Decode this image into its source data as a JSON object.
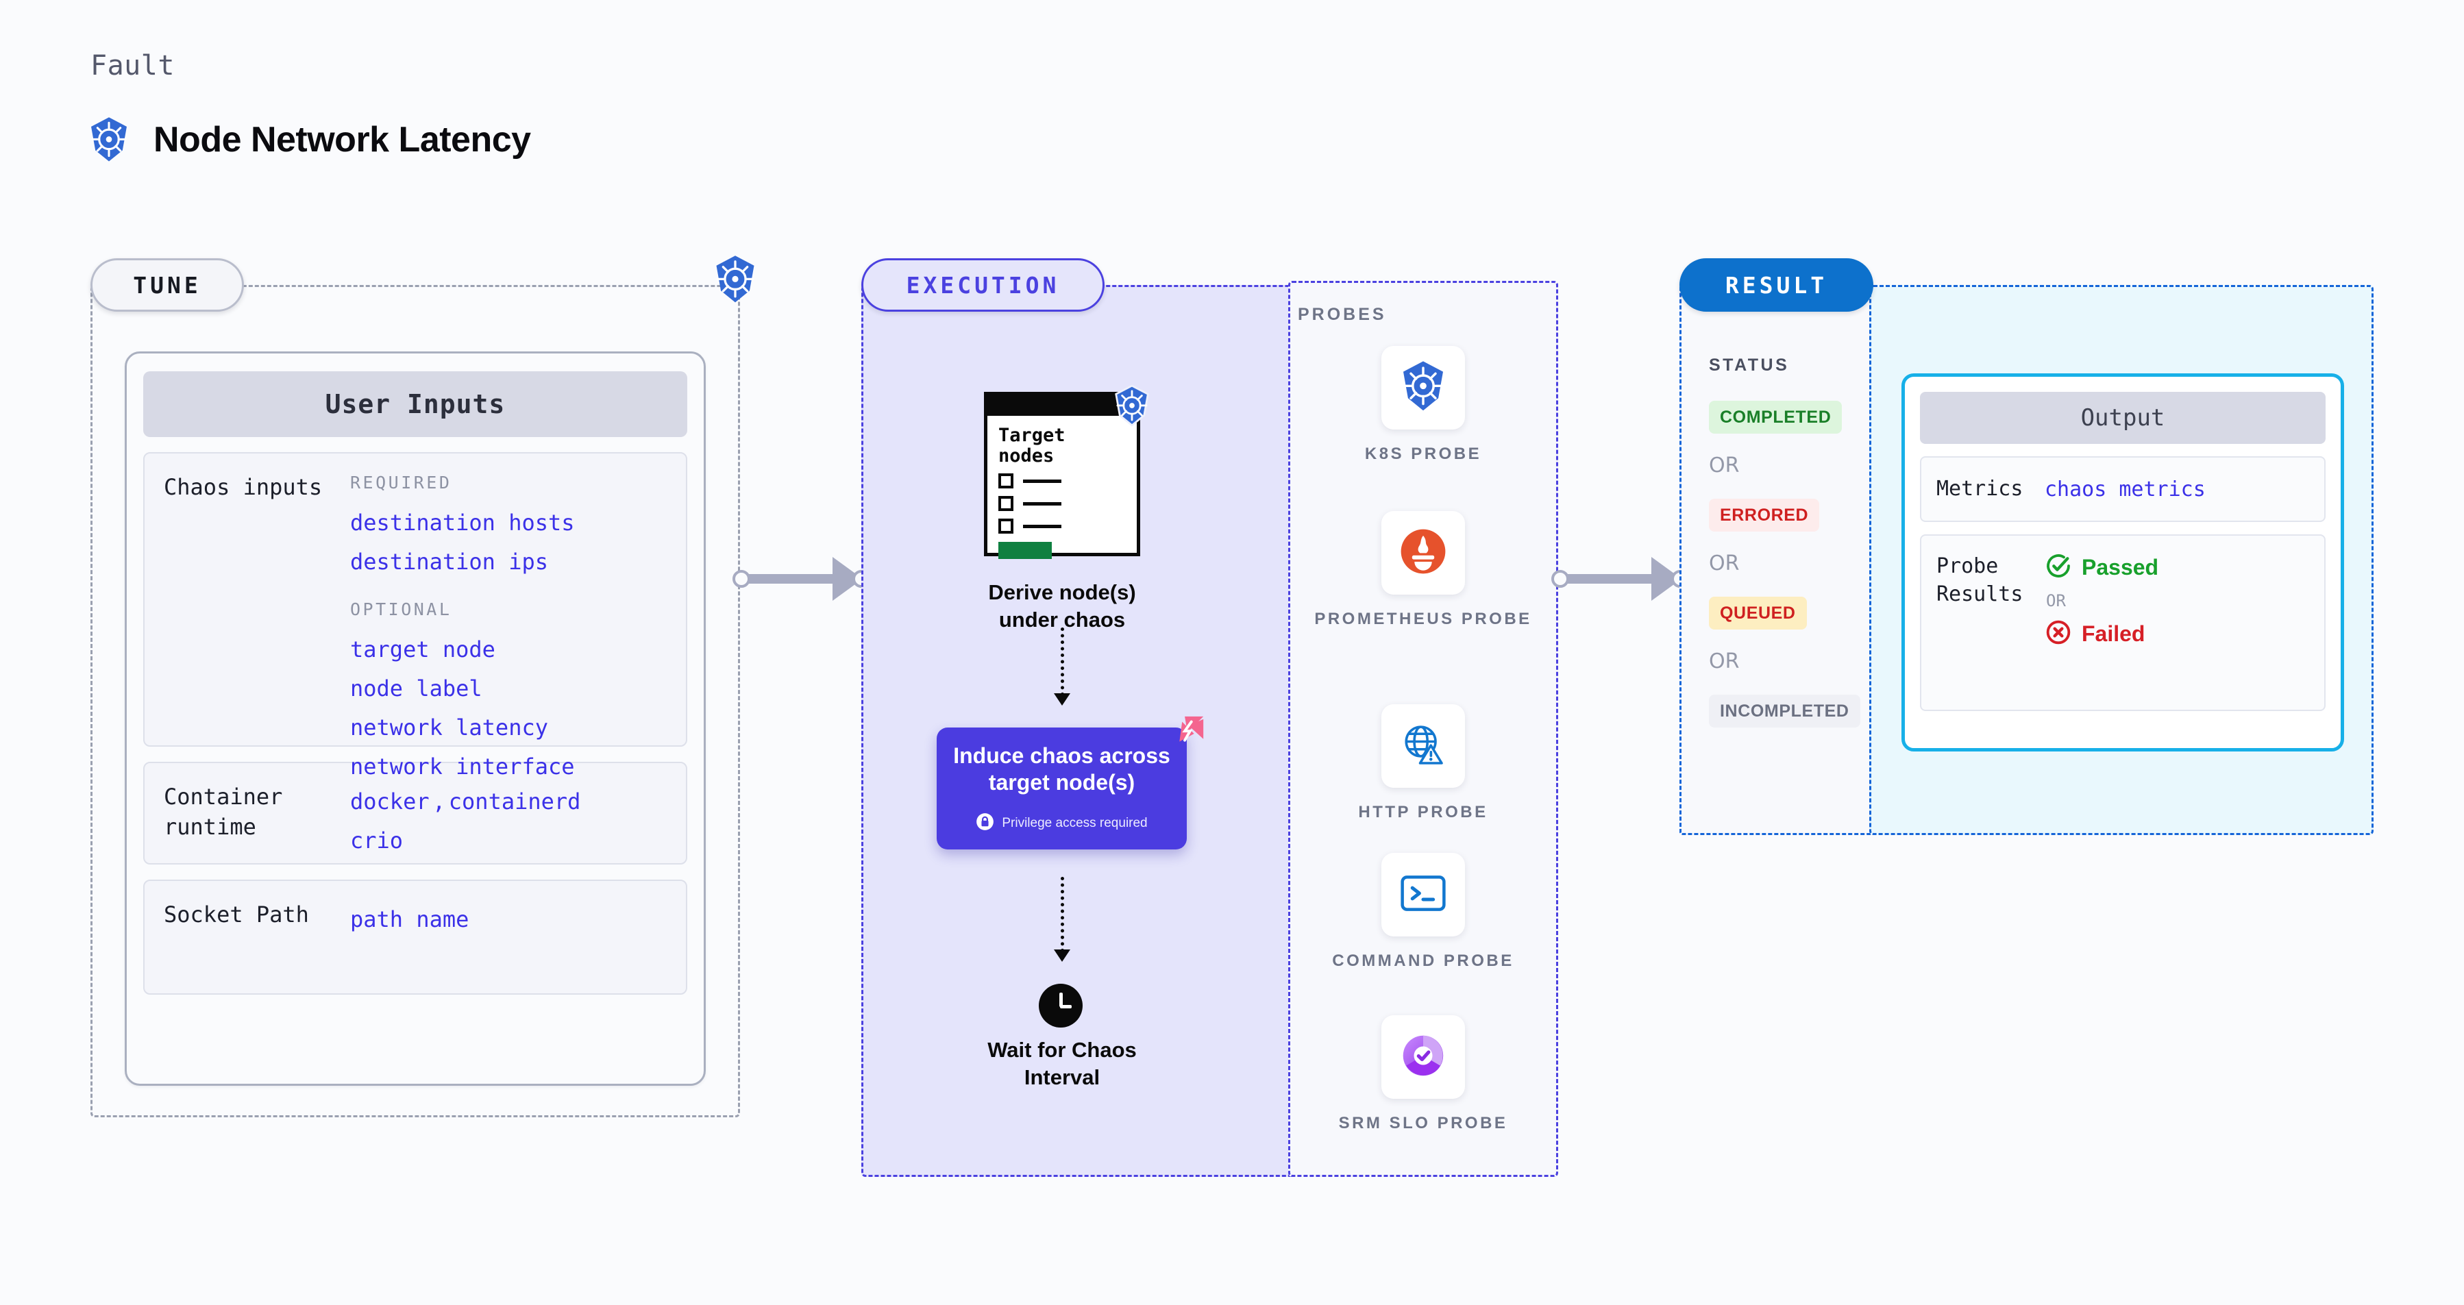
{
  "header": {
    "eyebrow": "Fault",
    "title": "Node Network Latency",
    "platform_icon": "kubernetes-icon"
  },
  "tune": {
    "chip_label": "TUNE",
    "platform_icon": "kubernetes-icon",
    "card_title": "User Inputs",
    "sections": [
      {
        "label": "Chaos inputs",
        "groups": [
          {
            "title": "REQUIRED",
            "values": [
              "destination hosts",
              "destination ips"
            ]
          },
          {
            "title": "OPTIONAL",
            "values": [
              "target node",
              "node label",
              "network latency",
              "network interface"
            ]
          }
        ]
      },
      {
        "label": "Container runtime",
        "values_line1": [
          "docker",
          "containerd"
        ],
        "separator": ",",
        "values_line2": [
          "crio"
        ]
      },
      {
        "label": "Socket Path",
        "values": [
          "path name"
        ]
      }
    ]
  },
  "execution": {
    "chip_label": "EXECUTION",
    "node_card": {
      "title_line1": "Target",
      "title_line2": "nodes",
      "platform_icon": "kubernetes-icon",
      "checkbox_rows": 3,
      "action_button_color": "#0f8040"
    },
    "step1_label": "Derive node(s) under chaos",
    "chaos_card": {
      "title": "Induce chaos across target node(s)",
      "privilege_note": "Privilege access required",
      "privilege_icon": "lock-icon",
      "corner_icon": "harness-icon",
      "color": "#4b3ce0"
    },
    "step3_icon": "clock-icon",
    "step3_label": "Wait for Chaos Interval"
  },
  "probes": {
    "title": "PROBES",
    "items": [
      {
        "name": "K8S PROBE",
        "icon": "kubernetes-icon"
      },
      {
        "name": "PROMETHEUS PROBE",
        "icon": "prometheus-icon"
      },
      {
        "name": "HTTP PROBE",
        "icon": "http-globe-icon"
      },
      {
        "name": "COMMAND PROBE",
        "icon": "terminal-icon"
      },
      {
        "name": "SRM SLO PROBE",
        "icon": "srm-slo-icon"
      }
    ]
  },
  "result": {
    "chip_label": "RESULT",
    "status_title": "STATUS",
    "or_label": "OR",
    "statuses": [
      {
        "label": "COMPLETED",
        "bg": "#ddf5dd",
        "fg": "#1a7f28"
      },
      {
        "label": "ERRORED",
        "bg": "#fdecec",
        "fg": "#cf2020"
      },
      {
        "label": "QUEUED",
        "bg": "#fdeec1",
        "fg": "#cf2020"
      },
      {
        "label": "INCOMPLETED",
        "bg": "#eff0f5",
        "fg": "#6b7081"
      }
    ]
  },
  "output": {
    "card_title": "Output",
    "metrics_label": "Metrics",
    "metrics_value": "chaos metrics",
    "probe_results_label": "Probe Results",
    "passed_label": "Passed",
    "failed_label": "Failed",
    "or_label": "OR",
    "passed_icon": "check-circle-icon",
    "failed_icon": "x-circle-icon",
    "passed_color": "#18a02c",
    "failed_color": "#d61f26"
  }
}
